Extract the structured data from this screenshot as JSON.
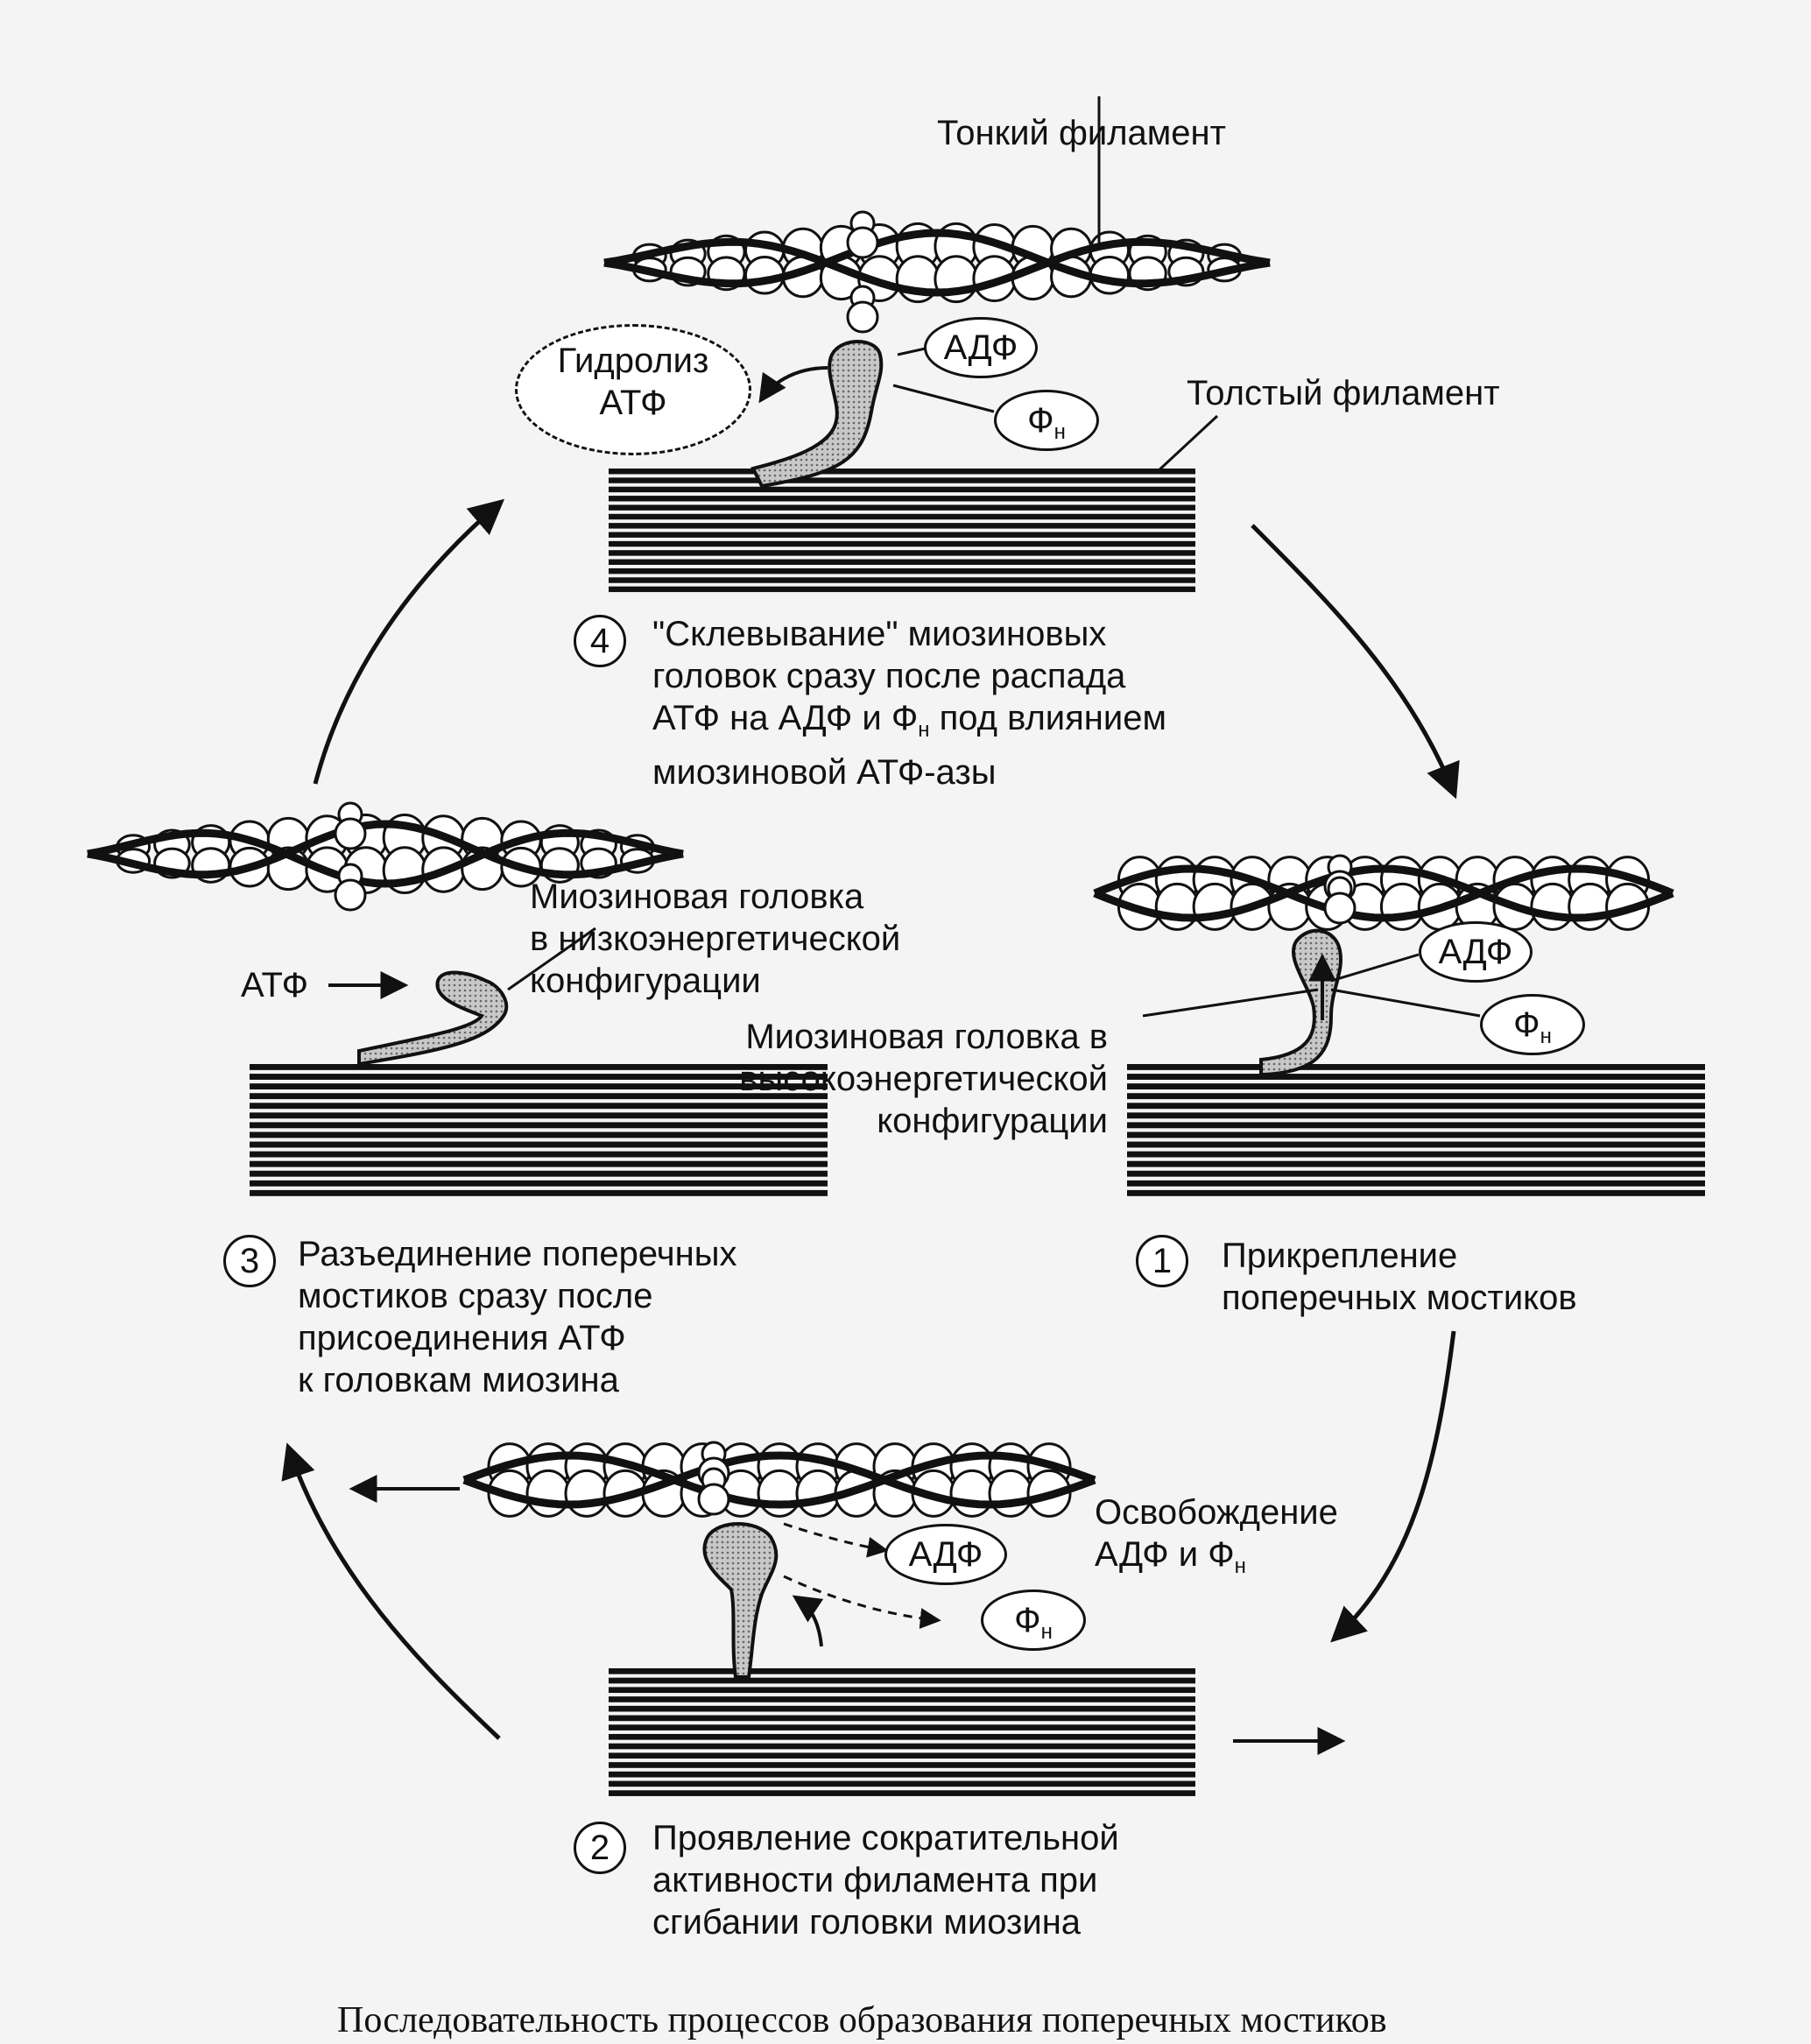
{
  "labels": {
    "thin_filament": "Тонкий филамент",
    "thick_filament": "Толстый филамент",
    "atp_hydrolysis_line1": "Гидролиз",
    "atp_hydrolysis_line2": "АТФ",
    "adp": "АДФ",
    "phosphate_base": "Ф",
    "phosphate_sub": "н",
    "atp": "АТФ",
    "low_energy_line1": "Миозиновая головка",
    "low_energy_line2": "в низкоэнергетической",
    "low_energy_line3": "конфигурации",
    "high_energy_line1": "Миозиновая головка в",
    "high_energy_line2": "высокоэнергетической",
    "high_energy_line3": "конфигурации",
    "release_line1": "Освобождение",
    "release_line2": "АДФ и Ф",
    "release_sub": "н"
  },
  "steps": [
    {
      "num": "1",
      "lines": [
        "Прикрепление",
        "поперечных мостиков"
      ]
    },
    {
      "num": "2",
      "lines": [
        "Проявление сократительной",
        "активности филамента при",
        "сгибании головки миозина"
      ]
    },
    {
      "num": "3",
      "lines": [
        "Разъединение поперечных",
        "мостиков сразу после",
        "присоединения АТФ",
        "к головкам миозина"
      ]
    },
    {
      "num": "4",
      "lines": [
        "\"Склевывание\" миозиновых",
        "головок сразу после распада",
        "АТФ на АДФ и Ф",
        "миозиновой АТФ-азы"
      ],
      "line3_tail": " под влиянием",
      "line3_sub": "н"
    }
  ],
  "caption": "Последовательность процессов образования поперечных мостиков"
}
